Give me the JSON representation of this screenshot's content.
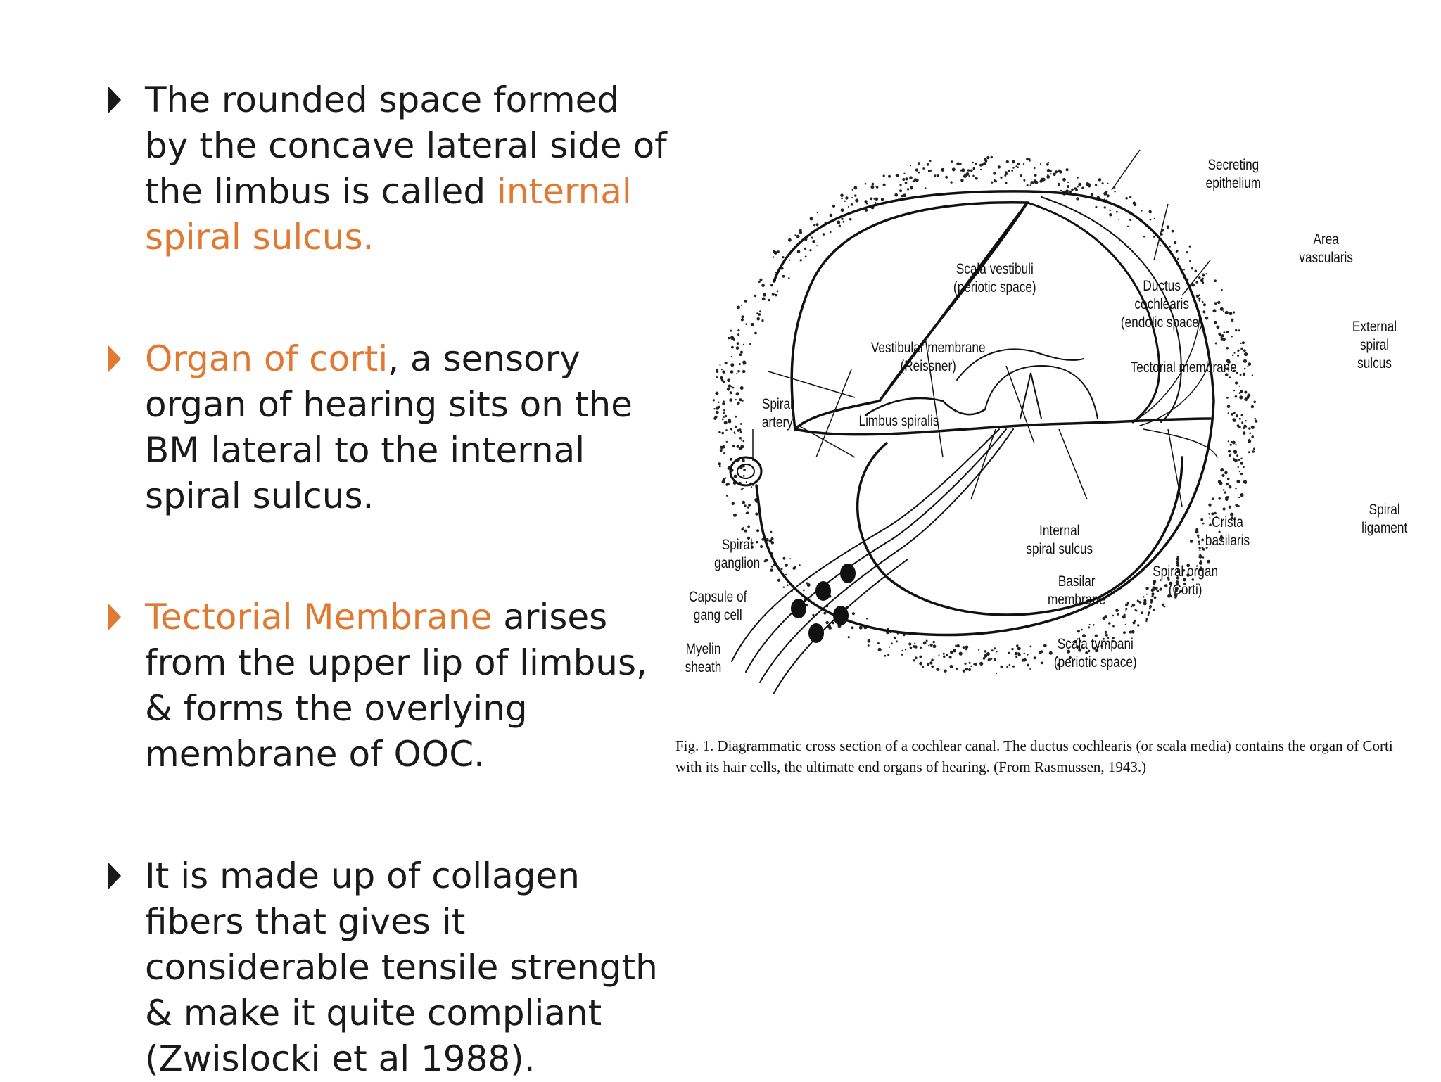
{
  "bullets": [
    {
      "pre": "The rounded space formed by the concave lateral side of the limbus is called ",
      "hl": "internal spiral sulcus.",
      "post": ""
    },
    {
      "pre": "",
      "hl": "Organ of corti",
      "post": ", a sensory organ of hearing sits on the BM lateral to the internal spiral sulcus."
    },
    {
      "pre": "",
      "hl": "Tectorial Membrane",
      "post": " arises from the upper lip of limbus, & forms the overlying membrane of OOC."
    },
    {
      "pre": "It is made up of collagen fibers that gives it considerable tensile strength & make it quite compliant (Zwislocki et al 1988).",
      "hl": "",
      "post": ""
    }
  ],
  "figure": {
    "labels": {
      "secreting_epithelium": "Secreting\nepithelium",
      "area_vascularis": "Area\nvascularis",
      "scala_vestibuli": "Scala vestibuli\n(periotic space)",
      "ductus_cochlearis": "Ductus\ncochlearis\n(endolic space)",
      "external_spiral_sulcus": "External\nspiral\nsulcus",
      "vestibular_membrane": "Vestibular membrane\n(Reissner)",
      "tectorial_membrane": "Tectorial membrane",
      "spiral_artery": "Spiral\nartery",
      "limbus_spiralis": "Limbus spiralis",
      "spiral_ligament": "Spiral\nligament",
      "crista_basilaris": "Crista\nbasilaris",
      "internal_spiral_sulcus": "Internal\nspiral sulcus",
      "spiral_ganglion": "Spiral\nganglion",
      "basilar_membrane": "Basilar\nmembrane",
      "spiral_organ": "Spiral organ\n(Corti)",
      "capsule_gang_cell": "Capsule of\ngang cell",
      "myelin_sheath": "Myelin\nsheath",
      "scala_tympani": "Scala tympani\n(periotic space)"
    },
    "caption": "Fig. 1. Diagrammatic cross section of a cochlear canal. The ductus cochlearis (or scala media) contains the organ of Corti with its hair cells, the ultimate end organs of hearing. (From Rasmussen, 1943.)"
  },
  "colors": {
    "accent": "#e07a32",
    "text": "#1a1a1a"
  }
}
